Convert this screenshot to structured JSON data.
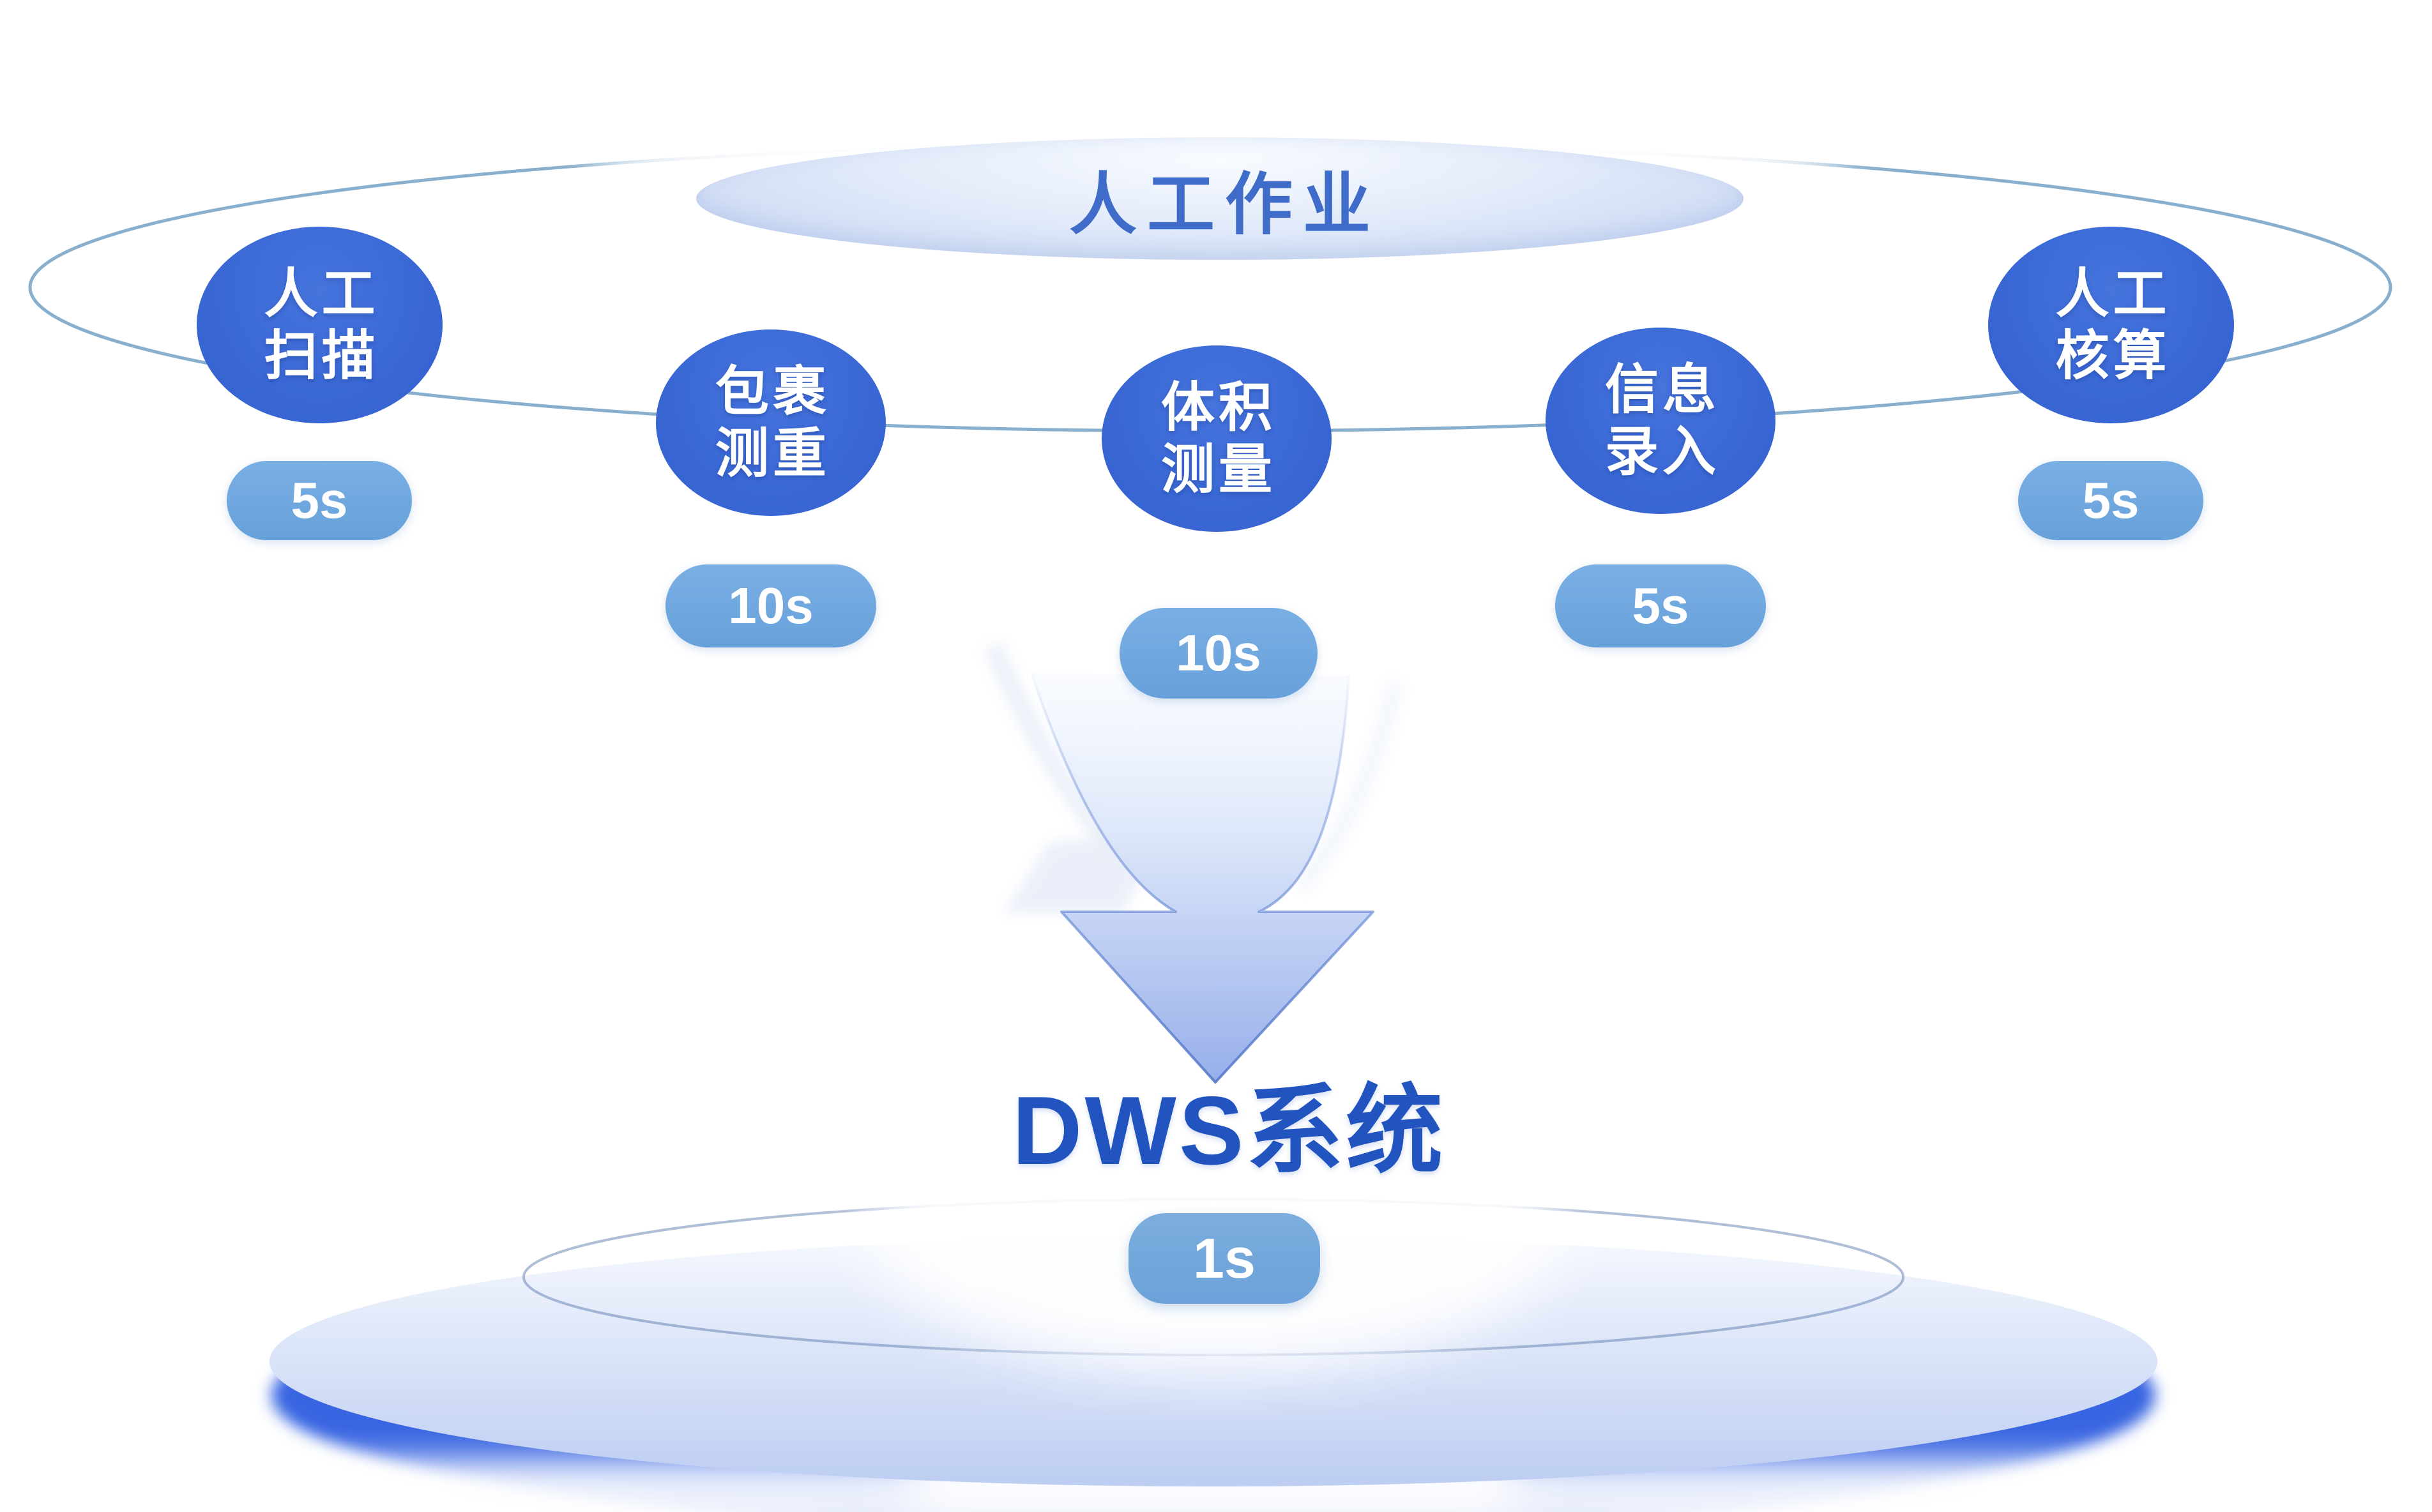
{
  "manual": {
    "title": "人工作业",
    "nodes": [
      {
        "id": "manual-scan",
        "lines": [
          "人工",
          "扫描"
        ],
        "duration": "5s"
      },
      {
        "id": "parcel-weighing",
        "lines": [
          "包裹",
          "测重"
        ],
        "duration": "10s"
      },
      {
        "id": "volume-measurement",
        "lines": [
          "体积",
          "测量"
        ],
        "duration": "10s"
      },
      {
        "id": "info-entry",
        "lines": [
          "信息",
          "录入"
        ],
        "duration": "5s"
      },
      {
        "id": "manual-accounting",
        "lines": [
          "人工",
          "核算"
        ],
        "duration": "5s"
      }
    ]
  },
  "dws": {
    "title": "DWS系统",
    "duration": "1s"
  },
  "colors": {
    "node_fill": "#3a68d5",
    "badge_fill": "#6fa6de",
    "manual_title_text": "#3e6cc8",
    "dws_title_text": "#2254c0",
    "orbit_ring": "#7ba6c8",
    "platform_rim": "#3865e1",
    "arrow_tip": "#96aeea"
  }
}
